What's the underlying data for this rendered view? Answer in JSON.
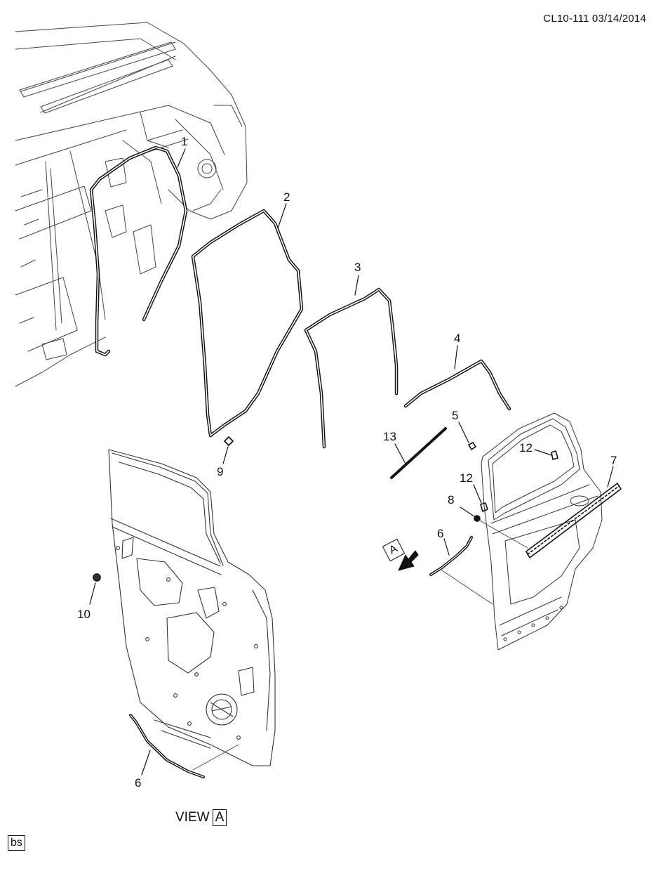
{
  "header": {
    "doc_id": "CL10-111 03/14/2014"
  },
  "callouts": [
    {
      "id": "c1",
      "label": "1"
    },
    {
      "id": "c2",
      "label": "2"
    },
    {
      "id": "c3",
      "label": "3"
    },
    {
      "id": "c4",
      "label": "4"
    },
    {
      "id": "c5",
      "label": "5"
    },
    {
      "id": "c6a",
      "label": "6"
    },
    {
      "id": "c6b",
      "label": "6"
    },
    {
      "id": "c7",
      "label": "7"
    },
    {
      "id": "c8",
      "label": "8"
    },
    {
      "id": "c9",
      "label": "9"
    },
    {
      "id": "c10",
      "label": "10"
    },
    {
      "id": "c12a",
      "label": "12"
    },
    {
      "id": "c12b",
      "label": "12"
    },
    {
      "id": "c13",
      "label": "13"
    }
  ],
  "view": {
    "label": "VIEW",
    "ref": "A"
  },
  "view_marker": {
    "letter": "A"
  },
  "footer": {
    "tag": "bs"
  },
  "colors": {
    "line": "#111111",
    "thin": "#555555",
    "background": "#ffffff"
  }
}
